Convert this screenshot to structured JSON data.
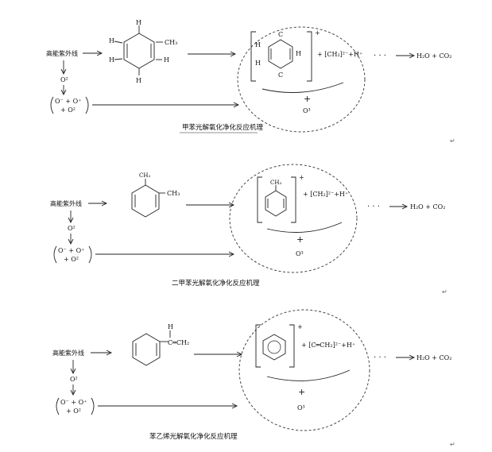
{
  "diagrams": [
    {
      "source": "高能紫外线",
      "o2": "O²",
      "radicals": [
        "O⁻ + O⁺",
        "+ O²"
      ],
      "substituent": "CH₃",
      "h": "H",
      "c": "C",
      "bracket_charge": "+",
      "fragment": "+ [CH₂]²⁻+H⁺",
      "plus": "+",
      "o3": "O³",
      "dots": "· · ·",
      "products": "H₂O + CO₂",
      "caption": "甲苯光解氧化净化反应机理"
    },
    {
      "source": "高能紫外线",
      "o2": "O²",
      "radicals": [
        "O⁻ + O⁺",
        "+ O²"
      ],
      "substituent": "CH₃",
      "ring_sub": "CH₃",
      "bracket_charge": "+",
      "fragment": "+ [CH₂]²⁻+H⁺",
      "plus": "+",
      "o3": "O³",
      "dots": "· · ·",
      "products": "H₂O + CO₂",
      "caption": "二甲苯光解氧化净化反应机理"
    },
    {
      "source": "高能紫外线",
      "o2": "O²",
      "radicals": [
        "O⁻ + O⁺",
        "+ O²"
      ],
      "substituent": "C═CH₂",
      "h": "H",
      "bracket_charge": "+",
      "fragment": "+ [C═CH₂]²⁻+H⁺",
      "plus": "+",
      "o3": "O³",
      "dots": "· · ·",
      "products": "H₂O + CO₂",
      "caption": "苯乙烯光解氧化净化反应机理"
    }
  ],
  "paragraph_mark": "↵"
}
